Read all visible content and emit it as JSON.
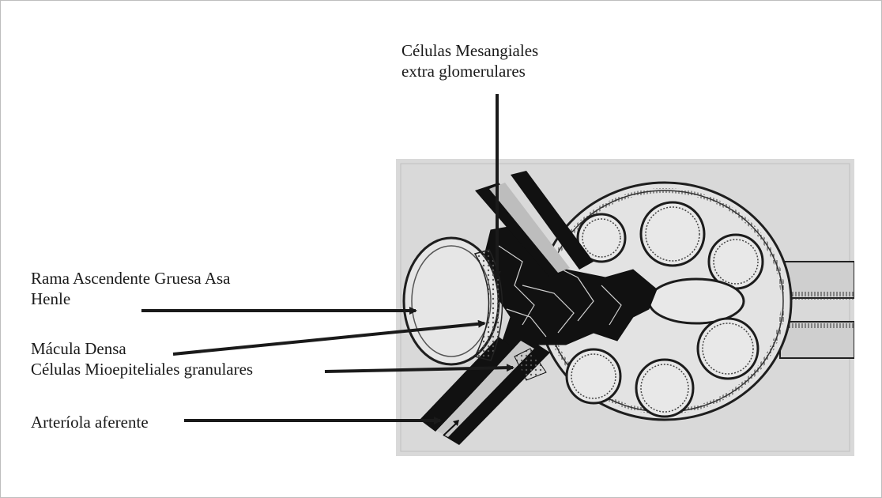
{
  "labels": {
    "top_line1": "Células Mesangiales",
    "top_line2": "extra glomerulares",
    "rama_line1": "Rama Ascendente Gruesa Asa",
    "rama_line2": "Henle",
    "macula_line1": "Mácula Densa",
    "macula_line2": "Células Mioepiteliales  granulares",
    "arteriola": "Arteríola aferente"
  },
  "colors": {
    "background": "#ffffff",
    "illustration_bg": "#dcdcdc",
    "ink": "#111111",
    "arrow": "#1a1a1a"
  }
}
